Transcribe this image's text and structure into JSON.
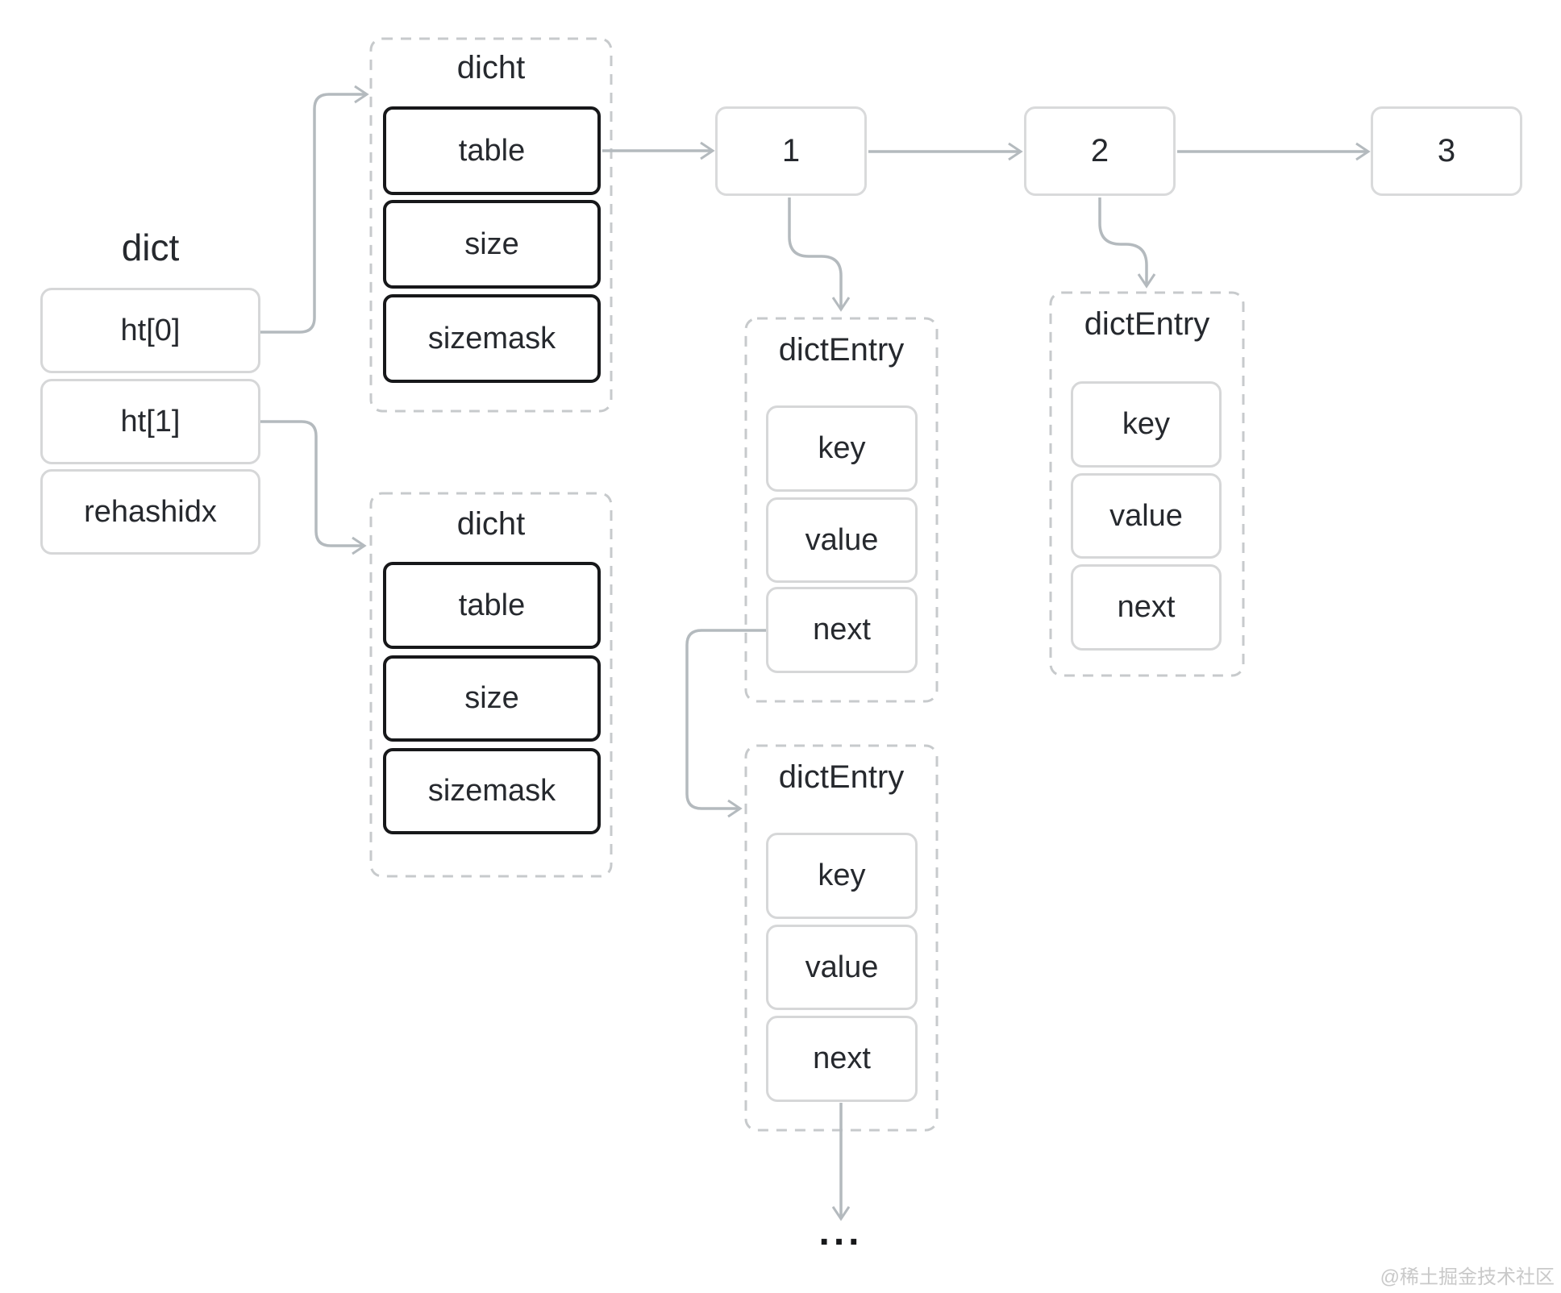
{
  "dict": {
    "title": "dict",
    "fields": [
      "ht[0]",
      "ht[1]",
      "rehashidx"
    ]
  },
  "dicht_top": {
    "title": "dicht",
    "fields": [
      "table",
      "size",
      "sizemask"
    ]
  },
  "dicht_bottom": {
    "title": "dicht",
    "fields": [
      "table",
      "size",
      "sizemask"
    ]
  },
  "buckets": {
    "labels": [
      "1",
      "2",
      "3"
    ]
  },
  "dict_entry_1": {
    "title": "dictEntry",
    "fields": [
      "key",
      "value",
      "next"
    ]
  },
  "dict_entry_2": {
    "title": "dictEntry",
    "fields": [
      "key",
      "value",
      "next"
    ]
  },
  "dict_entry_3": {
    "title": "dictEntry",
    "fields": [
      "key",
      "value",
      "next"
    ]
  },
  "ellipsis": "...",
  "watermark": "@稀土掘金技术社区",
  "colors": {
    "arrow": "#b4babe",
    "thin_border": "#d6d7d8",
    "thick_border": "#17181a",
    "dashed_border": "#c7cacc",
    "text": "#26292e",
    "watermark": "#c9c9c9",
    "background": "#ffffff"
  }
}
